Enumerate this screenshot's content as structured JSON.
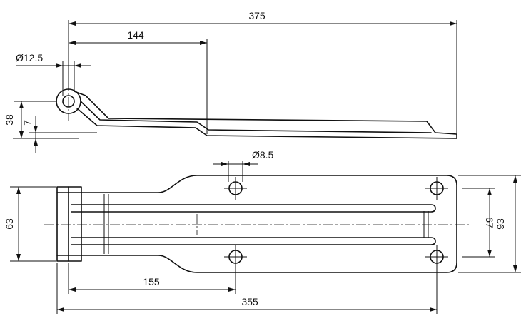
{
  "dimensions": {
    "overall_length": "375",
    "pin_to_bend": "144",
    "pin_diameter": "Ø12.5",
    "height": "38",
    "offset": "7",
    "hole_diameter": "Ø8.5",
    "leaf_width": "63",
    "hole_spacing": "67",
    "plate_width": "93",
    "pin_to_holes": "155",
    "plate_length": "355"
  }
}
